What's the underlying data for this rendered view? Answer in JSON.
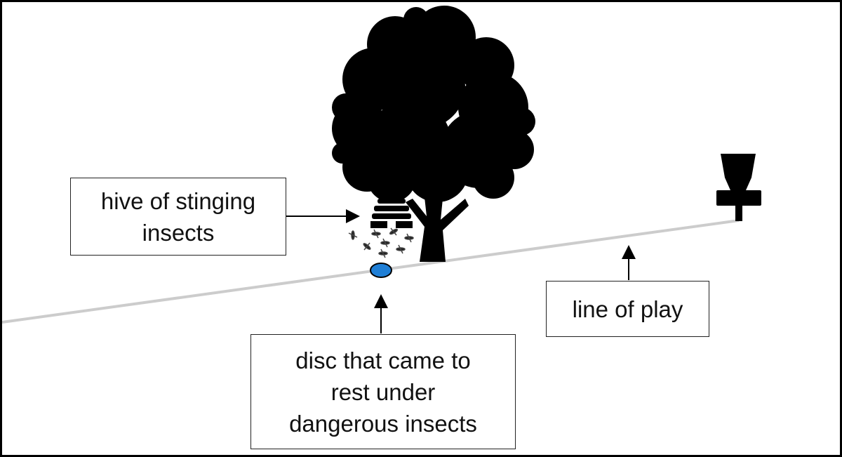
{
  "labels": {
    "hive": [
      "hive of stinging",
      "insects"
    ],
    "disc": [
      "disc that came to",
      "rest under",
      "dangerous insects"
    ],
    "line": [
      "line of play"
    ]
  },
  "colors": {
    "disc": "#1f7fd6",
    "line_of_play": "#cccccc",
    "silhouette": "#000000"
  }
}
